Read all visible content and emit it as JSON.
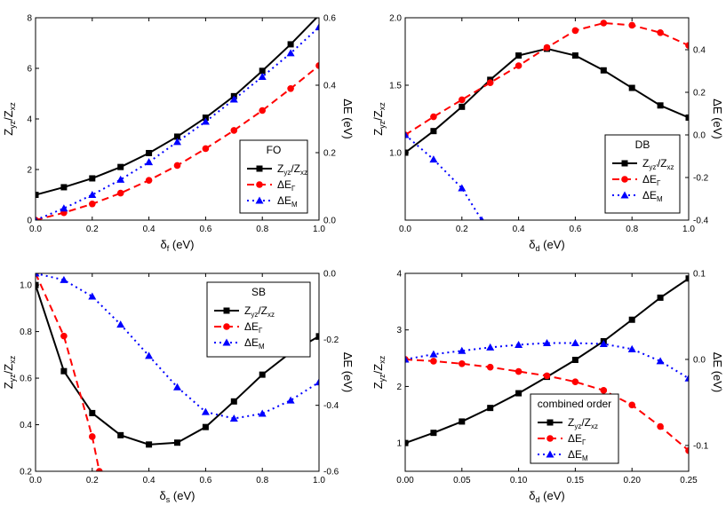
{
  "chart_data": [
    {
      "type": "line",
      "legend_title": "FO",
      "legend_position": "center-right",
      "xlabel": {
        "main": "δ",
        "sub": "f",
        "unit": " (eV)"
      },
      "ylabel_left": {
        "parts": [
          [
            "Z",
            ""
          ],
          [
            "yz",
            "sub"
          ],
          [
            "/Z",
            ""
          ],
          [
            "xz",
            "sub"
          ]
        ]
      },
      "ylabel_right": "ΔE (eV)",
      "xlim": [
        0,
        1.0
      ],
      "ylim_left": [
        0,
        8
      ],
      "ylim_right": [
        0,
        0.6
      ],
      "x_ticks": [
        0,
        0.2,
        0.4,
        0.6,
        0.8,
        1.0
      ],
      "x_tick_labels": [
        "0.0",
        "0.2",
        "0.4",
        "0.6",
        "0.8",
        "1.0"
      ],
      "y_left_ticks": [
        0,
        2,
        4,
        6,
        8
      ],
      "y_left_tick_labels": [
        "0",
        "2",
        "4",
        "6",
        "8"
      ],
      "y_right_ticks": [
        0,
        0.2,
        0.4,
        0.6
      ],
      "y_right_tick_labels": [
        "0.0",
        "0.2",
        "0.4",
        "0.6"
      ],
      "series": [
        {
          "name": "Z_yz/Z_xz",
          "label_parts": [
            [
              "Z",
              ""
            ],
            [
              "yz",
              "sub"
            ],
            [
              "/Z",
              ""
            ],
            [
              "xz",
              "sub"
            ]
          ],
          "axis": "left",
          "color": "#000000",
          "dash": "solid",
          "marker": "square",
          "x": [
            0,
            0.1,
            0.2,
            0.3,
            0.4,
            0.5,
            0.6,
            0.7,
            0.8,
            0.9,
            1.0
          ],
          "y": [
            1.0,
            1.3,
            1.65,
            2.1,
            2.65,
            3.3,
            4.05,
            4.9,
            5.9,
            6.95,
            8.1
          ]
        },
        {
          "name": "ΔE_Γ",
          "label_parts": [
            [
              "ΔE",
              ""
            ],
            [
              "Γ",
              "sub"
            ]
          ],
          "axis": "right",
          "color": "#ff0000",
          "dash": "dashed",
          "marker": "circle",
          "x": [
            0,
            0.1,
            0.2,
            0.3,
            0.4,
            0.5,
            0.6,
            0.7,
            0.8,
            0.9,
            1.0
          ],
          "y": [
            0.0,
            0.022,
            0.048,
            0.08,
            0.118,
            0.162,
            0.212,
            0.266,
            0.325,
            0.39,
            0.458
          ]
        },
        {
          "name": "ΔE_M",
          "label_parts": [
            [
              "ΔE",
              ""
            ],
            [
              "M",
              "sub"
            ]
          ],
          "axis": "right",
          "color": "#0000ff",
          "dash": "dotted",
          "marker": "triangle",
          "x": [
            0,
            0.1,
            0.2,
            0.3,
            0.4,
            0.5,
            0.6,
            0.7,
            0.8,
            0.9,
            1.0
          ],
          "y": [
            0.0,
            0.035,
            0.075,
            0.12,
            0.172,
            0.232,
            0.292,
            0.358,
            0.425,
            0.495,
            0.572
          ]
        }
      ]
    },
    {
      "type": "line",
      "legend_title": "DB",
      "legend_position": "center-right",
      "xlabel": {
        "main": "δ",
        "sub": "d",
        "unit": " (eV)"
      },
      "ylabel_left": {
        "parts": [
          [
            "Z",
            ""
          ],
          [
            "yz",
            "sub"
          ],
          [
            "/Z",
            ""
          ],
          [
            "xz",
            "sub"
          ]
        ]
      },
      "ylabel_right": "ΔE (eV)",
      "xlim": [
        0,
        1.0
      ],
      "ylim_left": [
        0.5,
        2.0
      ],
      "ylim_right": [
        -0.4,
        0.55
      ],
      "x_ticks": [
        0,
        0.2,
        0.4,
        0.6,
        0.8,
        1.0
      ],
      "x_tick_labels": [
        "0.0",
        "0.2",
        "0.4",
        "0.6",
        "0.8",
        "1.0"
      ],
      "y_left_ticks": [
        1.0,
        1.5,
        2.0
      ],
      "y_left_tick_labels": [
        "1.0",
        "1.5",
        "2.0"
      ],
      "y_right_ticks": [
        -0.4,
        -0.2,
        0.0,
        0.2,
        0.4
      ],
      "y_right_tick_labels": [
        "-0.4",
        "-0.2",
        "0.0",
        "0.2",
        "0.4"
      ],
      "series": [
        {
          "name": "Z_yz'/Z_xz",
          "label_parts": [
            [
              "Z",
              ""
            ],
            [
              "yz'",
              "sub"
            ],
            [
              "/Z",
              ""
            ],
            [
              "xz",
              "sub"
            ]
          ],
          "axis": "left",
          "color": "#000000",
          "dash": "solid",
          "marker": "square",
          "x": [
            0,
            0.1,
            0.2,
            0.3,
            0.4,
            0.5,
            0.6,
            0.7,
            0.8,
            0.9,
            1.0
          ],
          "y": [
            1.0,
            1.16,
            1.34,
            1.54,
            1.72,
            1.77,
            1.72,
            1.61,
            1.48,
            1.35,
            1.26
          ]
        },
        {
          "name": "ΔE_Γ",
          "label_parts": [
            [
              "ΔE",
              ""
            ],
            [
              "Γ",
              "sub"
            ]
          ],
          "axis": "right",
          "color": "#ff0000",
          "dash": "dashed",
          "marker": "circle",
          "x": [
            0,
            0.1,
            0.2,
            0.3,
            0.4,
            0.5,
            0.6,
            0.7,
            0.8,
            0.9,
            1.0
          ],
          "y": [
            0.0,
            0.085,
            0.165,
            0.245,
            0.325,
            0.41,
            0.49,
            0.525,
            0.515,
            0.48,
            0.42
          ]
        },
        {
          "name": "ΔE_M",
          "label_parts": [
            [
              "ΔE",
              ""
            ],
            [
              "M",
              "sub"
            ]
          ],
          "axis": "right",
          "color": "#0000ff",
          "dash": "dotted",
          "marker": "triangle",
          "x": [
            0,
            0.1,
            0.2,
            0.27
          ],
          "y": [
            0.0,
            -0.115,
            -0.25,
            -0.4
          ]
        }
      ]
    },
    {
      "type": "line",
      "legend_title": "SB",
      "legend_position": "top-right",
      "xlabel": {
        "main": "δ",
        "sub": "s",
        "unit": " (eV)"
      },
      "ylabel_left": {
        "parts": [
          [
            "Z",
            ""
          ],
          [
            "yz",
            "sub"
          ],
          [
            "/Z",
            ""
          ],
          [
            "xz",
            "sub"
          ]
        ]
      },
      "ylabel_right": "ΔE (eV)",
      "xlim": [
        0,
        1.0
      ],
      "ylim_left": [
        0.2,
        1.05
      ],
      "ylim_right": [
        -0.6,
        0.0
      ],
      "x_ticks": [
        0,
        0.2,
        0.4,
        0.6,
        0.8,
        1.0
      ],
      "x_tick_labels": [
        "0.0",
        "0.2",
        "0.4",
        "0.6",
        "0.8",
        "1.0"
      ],
      "y_left_ticks": [
        0.2,
        0.4,
        0.6,
        0.8,
        1.0
      ],
      "y_left_tick_labels": [
        "0.2",
        "0.4",
        "0.6",
        "0.8",
        "1.0"
      ],
      "y_right_ticks": [
        -0.6,
        -0.4,
        -0.2,
        0.0
      ],
      "y_right_tick_labels": [
        "-0.6",
        "-0.4",
        "-0.2",
        "0.0"
      ],
      "series": [
        {
          "name": "Z_yz/Z_xz",
          "label_parts": [
            [
              "Z",
              ""
            ],
            [
              "yz",
              "sub"
            ],
            [
              "/Z",
              ""
            ],
            [
              "xz",
              "sub"
            ]
          ],
          "axis": "left",
          "color": "#000000",
          "dash": "solid",
          "marker": "square",
          "x": [
            0,
            0.1,
            0.2,
            0.3,
            0.4,
            0.5,
            0.6,
            0.7,
            0.8,
            0.9,
            1.0
          ],
          "y": [
            1.0,
            0.63,
            0.45,
            0.355,
            0.315,
            0.323,
            0.39,
            0.5,
            0.615,
            0.71,
            0.78
          ]
        },
        {
          "name": "ΔE_Γ",
          "label_parts": [
            [
              "ΔE",
              ""
            ],
            [
              "Γ",
              "sub"
            ]
          ],
          "axis": "right",
          "color": "#ff0000",
          "dash": "dashed",
          "marker": "circle",
          "x": [
            0,
            0.1,
            0.2,
            0.225
          ],
          "y": [
            0.0,
            -0.19,
            -0.495,
            -0.6
          ]
        },
        {
          "name": "ΔE_M",
          "label_parts": [
            [
              "ΔE",
              ""
            ],
            [
              "M",
              "sub"
            ]
          ],
          "axis": "right",
          "color": "#0000ff",
          "dash": "dotted",
          "marker": "triangle",
          "x": [
            0,
            0.1,
            0.2,
            0.3,
            0.4,
            0.5,
            0.6,
            0.7,
            0.8,
            0.9,
            1.0
          ],
          "y": [
            0.0,
            -0.02,
            -0.07,
            -0.155,
            -0.25,
            -0.345,
            -0.42,
            -0.44,
            -0.425,
            -0.385,
            -0.33
          ]
        }
      ]
    },
    {
      "type": "line",
      "legend_title": "combined order",
      "legend_position": "bottom-left",
      "xlabel": {
        "main": "δ",
        "sub": "d",
        "unit": " (eV)"
      },
      "ylabel_left": {
        "parts": [
          [
            "Z",
            ""
          ],
          [
            "yz",
            "sub"
          ],
          [
            "/Z",
            ""
          ],
          [
            "xz",
            "sub"
          ]
        ]
      },
      "ylabel_right": "ΔE (eV)",
      "xlim": [
        0,
        0.25
      ],
      "ylim_left": [
        0.5,
        4.0
      ],
      "ylim_right": [
        -0.13,
        0.1
      ],
      "x_ticks": [
        0,
        0.05,
        0.1,
        0.15,
        0.2,
        0.25
      ],
      "x_tick_labels": [
        "0.00",
        "0.05",
        "0.10",
        "0.15",
        "0.20",
        "0.25"
      ],
      "y_left_ticks": [
        1,
        2,
        3,
        4
      ],
      "y_left_tick_labels": [
        "1",
        "2",
        "3",
        "4"
      ],
      "y_right_ticks": [
        -0.1,
        0.0,
        0.1
      ],
      "y_right_tick_labels": [
        "-0.1",
        "0.0",
        "0.1"
      ],
      "series": [
        {
          "name": "Z_yz/Z_xz",
          "label_parts": [
            [
              "Z",
              ""
            ],
            [
              "yz",
              "sub"
            ],
            [
              "/Z",
              ""
            ],
            [
              "xz",
              "sub"
            ]
          ],
          "axis": "left",
          "color": "#000000",
          "dash": "solid",
          "marker": "square",
          "x": [
            0,
            0.025,
            0.05,
            0.075,
            0.1,
            0.125,
            0.15,
            0.175,
            0.2,
            0.225,
            0.25
          ],
          "y": [
            1.0,
            1.18,
            1.38,
            1.62,
            1.88,
            2.17,
            2.47,
            2.8,
            3.18,
            3.57,
            3.91
          ]
        },
        {
          "name": "ΔE_Γ",
          "label_parts": [
            [
              "ΔE",
              ""
            ],
            [
              "Γ",
              "sub"
            ]
          ],
          "axis": "right",
          "color": "#ff0000",
          "dash": "dashed",
          "marker": "circle",
          "x": [
            0,
            0.025,
            0.05,
            0.075,
            0.1,
            0.125,
            0.15,
            0.175,
            0.2,
            0.225,
            0.25
          ],
          "y": [
            0.0,
            -0.002,
            -0.005,
            -0.009,
            -0.014,
            -0.019,
            -0.026,
            -0.036,
            -0.053,
            -0.078,
            -0.106
          ]
        },
        {
          "name": "ΔE_M",
          "label_parts": [
            [
              "ΔE",
              ""
            ],
            [
              "M",
              "sub"
            ]
          ],
          "axis": "right",
          "color": "#0000ff",
          "dash": "dotted",
          "marker": "triangle",
          "x": [
            0,
            0.025,
            0.05,
            0.075,
            0.1,
            0.125,
            0.15,
            0.175,
            0.2,
            0.225,
            0.25
          ],
          "y": [
            0.0,
            0.006,
            0.01,
            0.014,
            0.017,
            0.019,
            0.019,
            0.018,
            0.012,
            -0.002,
            -0.022
          ]
        }
      ]
    }
  ]
}
